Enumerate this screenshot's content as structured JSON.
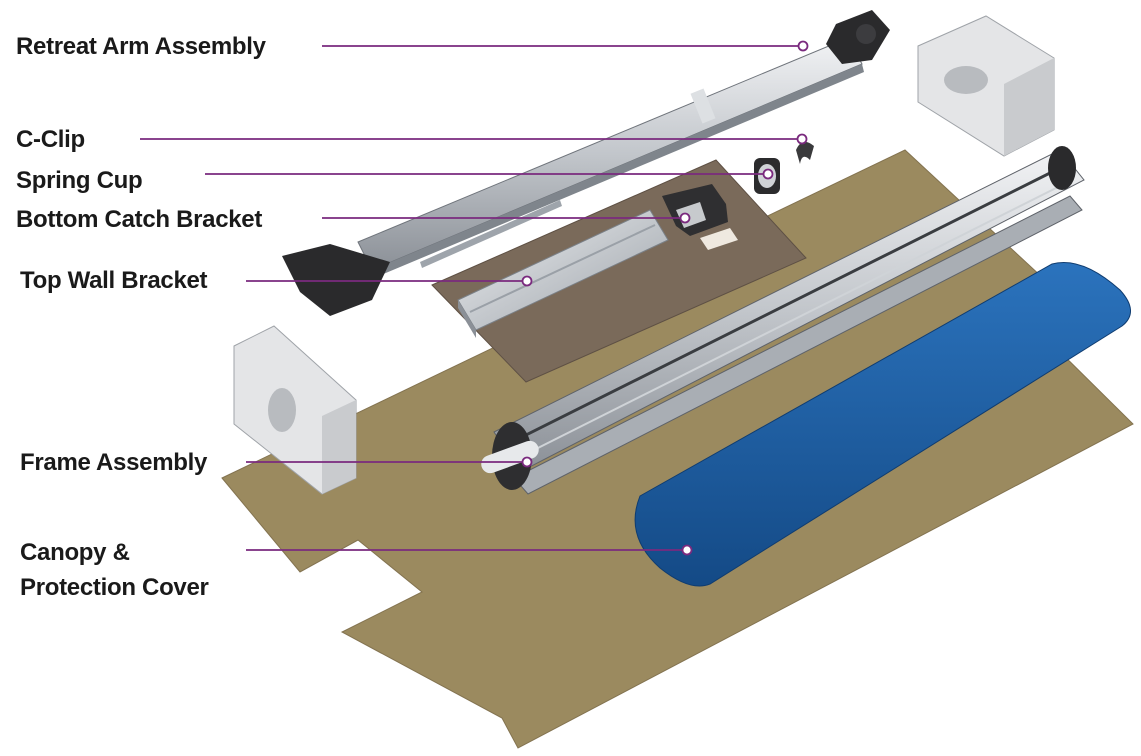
{
  "labels": {
    "retreat_arm": "Retreat Arm Assembly",
    "c_clip": "C-Clip",
    "spring_cup": "Spring Cup",
    "bottom_catch": "Bottom Catch Bracket",
    "top_wall": "Top Wall Bracket",
    "frame": "Frame Assembly",
    "canopy_line1": "Canopy &",
    "canopy_line2": "Protection Cover"
  },
  "colors": {
    "leader": "#7a2a7e",
    "canopy_sheet": "#9b8a5f",
    "base_plate": "#7a6a5a",
    "foam_pad": "#1d5ea6",
    "metal": "#c9ccd0",
    "end_block": "#e4e5e7"
  }
}
